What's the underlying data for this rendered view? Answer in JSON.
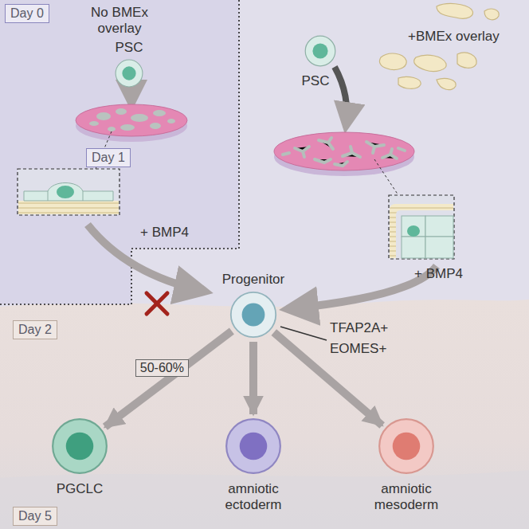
{
  "diagram": {
    "nodes": [
      {
        "text": [
          "Day 0"
        ]
      },
      {
        "text": [
          "Day 1"
        ]
      },
      {
        "text": [
          "Day 2"
        ]
      },
      {
        "text": [
          "Day 5"
        ]
      },
      {
        "text": [
          "PSC"
        ]
      },
      {
        "text": [
          "PSC"
        ]
      },
      {
        "text": [
          "Progenitor"
        ]
      },
      {
        "text": [
          "PGCLC"
        ]
      },
      {
        "text": [
          "amniotic ectoderm"
        ]
      },
      {
        "text": [
          "amniotic mesoderm"
        ]
      }
    ],
    "edges": [
      {
        "from": 6,
        "to": 7,
        "arrow": "to",
        "label": "50-60%"
      },
      {
        "from": 6,
        "to": 8,
        "arrow": "to"
      },
      {
        "from": 6,
        "to": 9,
        "arrow": "to"
      }
    ],
    "labels": [
      "No BMEx overlay",
      "+BMEx overlay",
      "+ BMP4",
      "+ BMP4",
      "TFAP2A+",
      "EOMES+"
    ]
  }
}
